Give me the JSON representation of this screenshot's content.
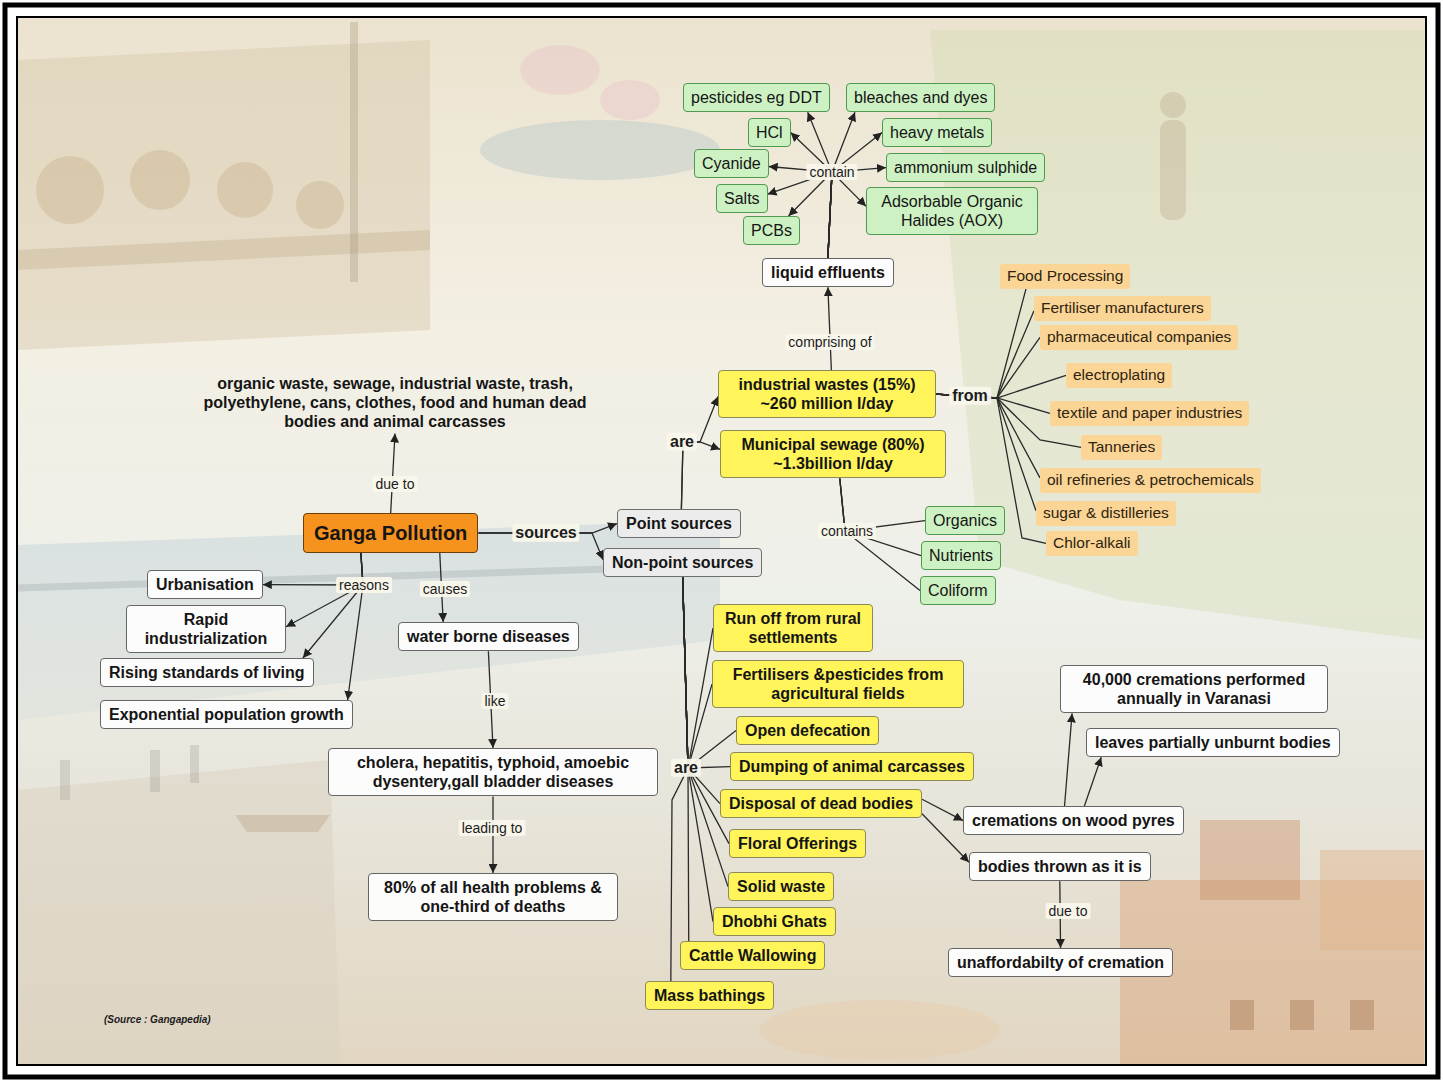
{
  "diagram": {
    "nodes": [
      {
        "text": [
          "Ganga Pollution"
        ]
      },
      {
        "text": [
          "organic waste, sewage, industrial waste, trash, polyethylene, cans, clothes, food and human dead bodies and animal carcasses"
        ]
      },
      {
        "text": [
          "Urbanisation"
        ]
      },
      {
        "text": [
          "Rapid industrialization"
        ]
      },
      {
        "text": [
          "Rising standards of living"
        ]
      },
      {
        "text": [
          "Exponential population growth"
        ]
      },
      {
        "text": [
          "water borne diseases"
        ]
      },
      {
        "text": [
          "cholera, hepatitis, typhoid, amoebic dysentery,gall bladder diseases"
        ]
      },
      {
        "text": [
          "80% of all health problems & one-third of deaths"
        ]
      },
      {
        "text": [
          "Point sources"
        ]
      },
      {
        "text": [
          "Non-point sources"
        ]
      },
      {
        "text": [
          "industrial wastes (15%) ~260 million l/day"
        ]
      },
      {
        "text": [
          "Municipal sewage (80%) ~1.3billion l/day"
        ]
      },
      {
        "text": [
          "liquid effluents"
        ]
      },
      {
        "text": [
          "pesticides eg DDT"
        ]
      },
      {
        "text": [
          "bleaches and dyes"
        ]
      },
      {
        "text": [
          "HCl"
        ]
      },
      {
        "text": [
          "heavy metals"
        ]
      },
      {
        "text": [
          "Cyanide"
        ]
      },
      {
        "text": [
          "ammonium sulphide"
        ]
      },
      {
        "text": [
          "Salts"
        ]
      },
      {
        "text": [
          "Adsorbable Organic Halides (AOX)"
        ]
      },
      {
        "text": [
          "PCBs"
        ]
      },
      {
        "text": [
          "Food Processing"
        ]
      },
      {
        "text": [
          "Fertiliser manufacturers"
        ]
      },
      {
        "text": [
          "pharmaceutical companies"
        ]
      },
      {
        "text": [
          "electroplating"
        ]
      },
      {
        "text": [
          "textile and paper industries"
        ]
      },
      {
        "text": [
          "Tanneries"
        ]
      },
      {
        "text": [
          "oil refineries & petrochemicals"
        ]
      },
      {
        "text": [
          "sugar & distilleries"
        ]
      },
      {
        "text": [
          "Chlor-alkali"
        ]
      },
      {
        "text": [
          "Organics"
        ]
      },
      {
        "text": [
          "Nutrients"
        ]
      },
      {
        "text": [
          "Coliform"
        ]
      },
      {
        "text": [
          "Run off from rural settlements"
        ]
      },
      {
        "text": [
          "Fertilisers &pesticides from agricultural fields"
        ]
      },
      {
        "text": [
          "Open defecation"
        ]
      },
      {
        "text": [
          "Dumping of animal carcasses"
        ]
      },
      {
        "text": [
          "Disposal of dead bodies"
        ]
      },
      {
        "text": [
          "Floral Offerings"
        ]
      },
      {
        "text": [
          "Solid waste"
        ]
      },
      {
        "text": [
          "Dhobhi Ghats"
        ]
      },
      {
        "text": [
          "Cattle Wallowing"
        ]
      },
      {
        "text": [
          "Mass bathings"
        ]
      },
      {
        "text": [
          "cremations on wood pyres"
        ]
      },
      {
        "text": [
          "bodies thrown as it is"
        ]
      },
      {
        "text": [
          "unaffordabilty of cremation"
        ]
      },
      {
        "text": [
          "40,000 cremations performed annually in Varanasi"
        ]
      },
      {
        "text": [
          "leaves partially unburnt bodies"
        ]
      }
    ],
    "edges": [
      {
        "from": 0,
        "to": 1,
        "label": "due to",
        "arrow": "to"
      },
      {
        "from": 0,
        "to": 9,
        "label": "sources",
        "arrow": "to"
      },
      {
        "from": 0,
        "to": 10,
        "arrow": "to"
      },
      {
        "from": 0,
        "to": 2,
        "label": "reasons",
        "arrow": "to"
      },
      {
        "from": 0,
        "to": 3,
        "arrow": "to"
      },
      {
        "from": 0,
        "to": 4,
        "arrow": "to"
      },
      {
        "from": 0,
        "to": 5,
        "arrow": "to"
      },
      {
        "from": 0,
        "to": 6,
        "label": "causes",
        "arrow": "to"
      },
      {
        "from": 6,
        "to": 7,
        "label": "like",
        "arrow": "to"
      },
      {
        "from": 7,
        "to": 8,
        "label": "leading to",
        "arrow": "to"
      },
      {
        "from": 9,
        "to": 11,
        "label": "are",
        "arrow": "to"
      },
      {
        "from": 9,
        "to": 12,
        "arrow": "to"
      },
      {
        "from": 11,
        "to": 13,
        "label": "comprising of",
        "arrow": "to"
      },
      {
        "from": 13,
        "to": 14,
        "label": "contain",
        "arrow": "to"
      },
      {
        "from": 13,
        "to": 15,
        "arrow": "to"
      },
      {
        "from": 13,
        "to": 16,
        "arrow": "to"
      },
      {
        "from": 13,
        "to": 17,
        "arrow": "to"
      },
      {
        "from": 13,
        "to": 18,
        "arrow": "to"
      },
      {
        "from": 13,
        "to": 19,
        "arrow": "to"
      },
      {
        "from": 13,
        "to": 20,
        "arrow": "to"
      },
      {
        "from": 13,
        "to": 21,
        "arrow": "to"
      },
      {
        "from": 13,
        "to": 22,
        "arrow": "to"
      },
      {
        "from": 11,
        "to": 23,
        "label": "from",
        "arrow": "none"
      },
      {
        "from": 11,
        "to": 24,
        "arrow": "none"
      },
      {
        "from": 11,
        "to": 25,
        "arrow": "none"
      },
      {
        "from": 11,
        "to": 26,
        "arrow": "none"
      },
      {
        "from": 11,
        "to": 27,
        "arrow": "none"
      },
      {
        "from": 11,
        "to": 28,
        "arrow": "none"
      },
      {
        "from": 11,
        "to": 29,
        "arrow": "none"
      },
      {
        "from": 11,
        "to": 30,
        "arrow": "none"
      },
      {
        "from": 11,
        "to": 31,
        "arrow": "none"
      },
      {
        "from": 12,
        "to": 32,
        "label": "contains",
        "arrow": "none"
      },
      {
        "from": 12,
        "to": 33,
        "arrow": "none"
      },
      {
        "from": 12,
        "to": 34,
        "arrow": "none"
      },
      {
        "from": 10,
        "to": 35,
        "label": "are",
        "arrow": "none"
      },
      {
        "from": 10,
        "to": 36,
        "arrow": "none"
      },
      {
        "from": 10,
        "to": 37,
        "arrow": "none"
      },
      {
        "from": 10,
        "to": 38,
        "arrow": "none"
      },
      {
        "from": 10,
        "to": 39,
        "arrow": "none"
      },
      {
        "from": 10,
        "to": 40,
        "arrow": "none"
      },
      {
        "from": 10,
        "to": 41,
        "arrow": "none"
      },
      {
        "from": 10,
        "to": 42,
        "arrow": "none"
      },
      {
        "from": 10,
        "to": 43,
        "arrow": "none"
      },
      {
        "from": 10,
        "to": 44,
        "arrow": "none"
      },
      {
        "from": 39,
        "to": 45,
        "arrow": "to"
      },
      {
        "from": 39,
        "to": 46,
        "arrow": "to"
      },
      {
        "from": 45,
        "to": 48,
        "arrow": "to"
      },
      {
        "from": 45,
        "to": 49,
        "arrow": "to"
      },
      {
        "from": 46,
        "to": 47,
        "label": "due to",
        "arrow": "to"
      }
    ],
    "labels": [
      "(Source : Gangapedia)"
    ]
  }
}
